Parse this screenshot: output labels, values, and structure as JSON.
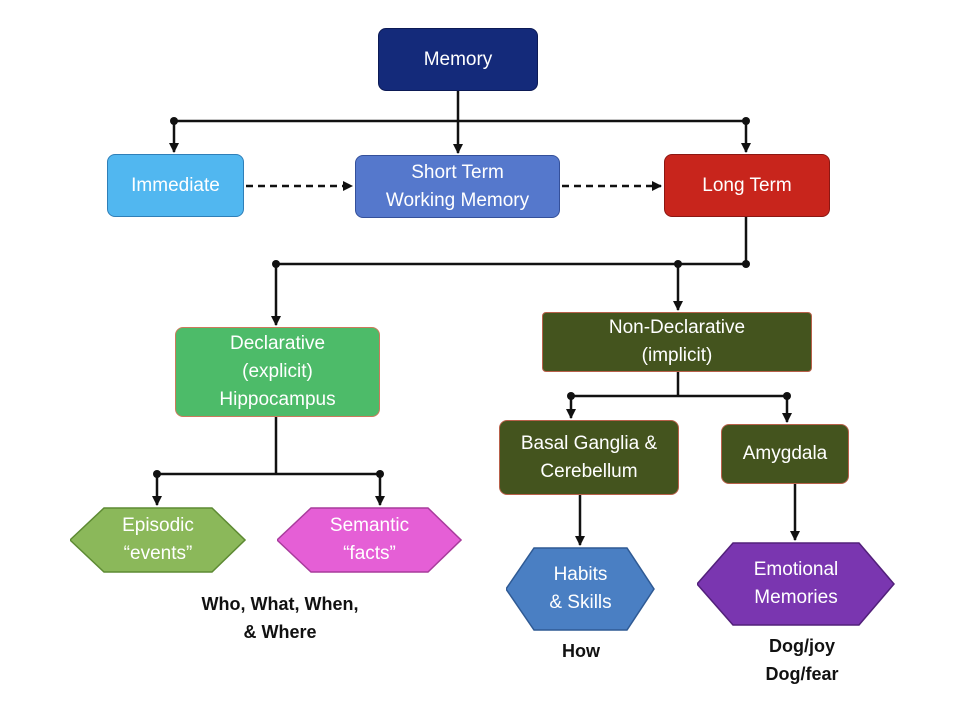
{
  "nodes": {
    "memory": {
      "label": "Memory"
    },
    "immediate": {
      "label": "Immediate"
    },
    "short_term": {
      "lines": [
        "Short Term",
        "Working Memory"
      ]
    },
    "long_term": {
      "label": "Long Term"
    },
    "declarative": {
      "lines": [
        "Declarative",
        "(explicit)",
        "Hippocampus"
      ]
    },
    "non_declarative": {
      "lines": [
        "Non-Declarative",
        "(implicit)"
      ]
    },
    "basal_ganglia": {
      "lines": [
        "Basal Ganglia &",
        "Cerebellum"
      ]
    },
    "amygdala": {
      "label": "Amygdala"
    },
    "episodic": {
      "lines": [
        "Episodic",
        "“events”"
      ]
    },
    "semantic": {
      "lines": [
        "Semantic",
        "“facts”"
      ]
    },
    "habits": {
      "lines": [
        "Habits",
        "& Skills"
      ]
    },
    "emotional": {
      "lines": [
        "Emotional",
        "Memories"
      ]
    }
  },
  "captions": {
    "episodic_semantic": [
      "Who, What, When,",
      "& Where"
    ],
    "habits": "How",
    "emotional": [
      "Dog/joy",
      "Dog/fear"
    ]
  },
  "colors": {
    "memory": "#142a7a",
    "immediate": "#51b7f0",
    "short_term": "#5578cc",
    "long_term": "#c8251c",
    "declarative": "#4dbb69",
    "non_declarative": "#44541e",
    "episodic": "#8bb85a",
    "semantic": "#e55fd6",
    "habits": "#4a7fc3",
    "emotional": "#7a36b0",
    "connector": "#111111"
  }
}
